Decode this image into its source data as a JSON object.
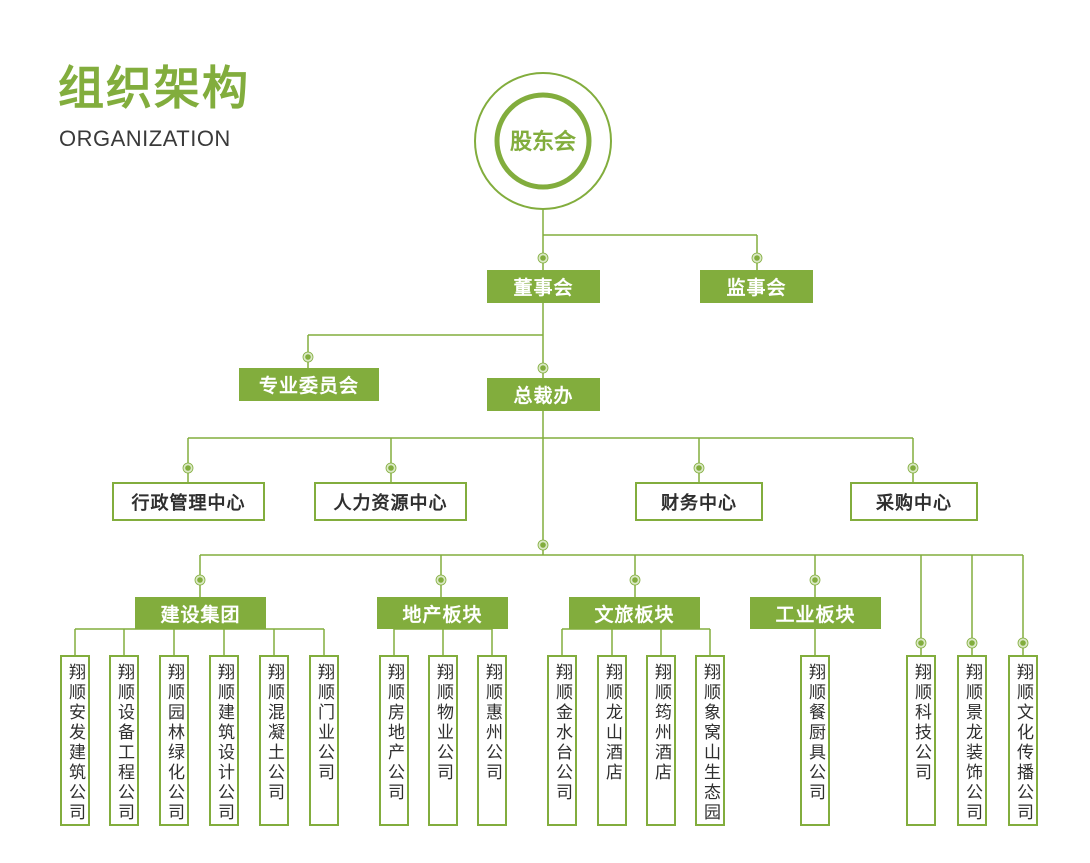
{
  "header": {
    "title": "组织架构",
    "subtitle": "ORGANIZATION"
  },
  "root": "股东会",
  "board": "董事会",
  "supervisory_board": "监事会",
  "committee": "专业委员会",
  "president_office": "总裁办",
  "centers": [
    "行政管理中心",
    "人力资源中心",
    "财务中心",
    "采购中心"
  ],
  "divisions": [
    {
      "name": "建设集团",
      "companies": [
        "翔顺安发建筑公司",
        "翔顺设备工程公司",
        "翔顺园林绿化公司",
        "翔顺建筑设计公司",
        "翔顺混凝土公司",
        "翔顺门业公司"
      ]
    },
    {
      "name": "地产板块",
      "companies": [
        "翔顺房地产公司",
        "翔顺物业公司",
        "翔顺惠州公司"
      ]
    },
    {
      "name": "文旅板块",
      "companies": [
        "翔顺金水台公司",
        "翔顺龙山酒店",
        "翔顺筠州酒店",
        "翔顺象窝山生态园"
      ]
    },
    {
      "name": "工业板块",
      "companies": [
        "翔顺餐厨具公司"
      ]
    }
  ],
  "independent_companies": [
    "翔顺科技公司",
    "翔顺景龙装饰公司",
    "翔顺文化传播公司"
  ],
  "colors": {
    "accent": "#82ad3d",
    "text": "#2f2f2f",
    "dot_halo": "#dbe9c6"
  }
}
